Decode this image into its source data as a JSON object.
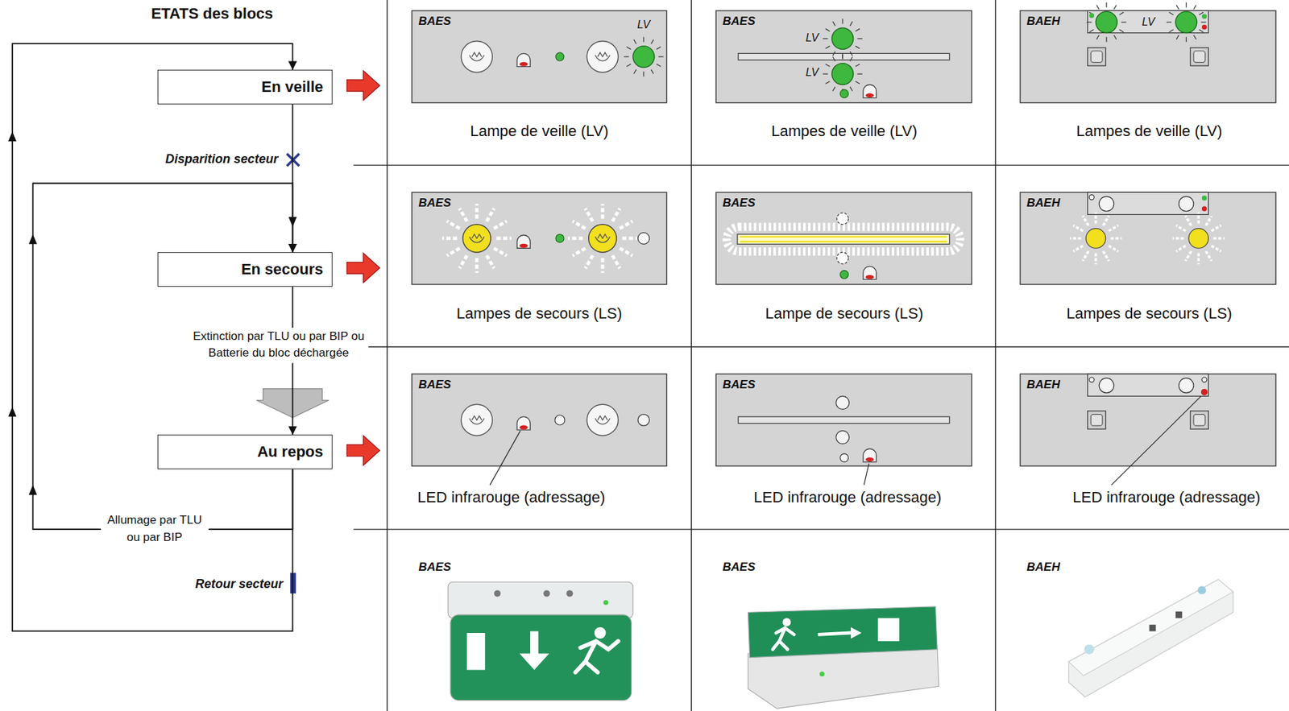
{
  "diagram": {
    "title": "ETATS des blocs",
    "nodes": [
      {
        "text": [
          "En veille"
        ]
      },
      {
        "text": [
          "En secours"
        ]
      },
      {
        "text": [
          "Au repos"
        ]
      }
    ],
    "edges": [
      {
        "from": 0,
        "to": 1,
        "arrow": "to",
        "label": "Disparition secteur"
      },
      {
        "from": 1,
        "to": 2,
        "arrow": "to",
        "label": "Extinction par TLU ou par BIP ou Batterie du bloc déchargée"
      },
      {
        "from": 2,
        "to": 1,
        "arrow": "to",
        "label": "Allumage par TLU ou par BIP"
      },
      {
        "from": 2,
        "to": 0,
        "arrow": "to",
        "label": "Retour secteur"
      }
    ],
    "labels": [
      "BAES",
      "LV",
      "Lampe de veille (LV)",
      "BAES",
      "LV",
      "LV",
      "Lampes de veille (LV)",
      "BAEH",
      "LV",
      "Lampes de veille (LV)",
      "BAES",
      "Lampes de secours (LS)",
      "BAES",
      "Lampe de secours (LS)",
      "BAEH",
      "Lampes de secours (LS)",
      "BAES",
      "LED infrarouge (adressage)",
      "BAES",
      "LED infrarouge (adressage)",
      "BAEH",
      "LED infrarouge (adressage)",
      "BAES",
      "BAES",
      "BAEH"
    ]
  }
}
